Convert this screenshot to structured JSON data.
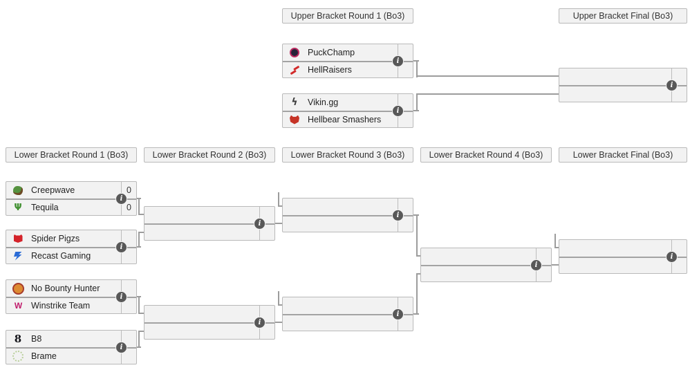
{
  "colors": {
    "page_bg": "#ffffff",
    "box_bg": "#f2f2f2",
    "box_border": "#b9b9b9",
    "row_divider": "#a3a3a3",
    "connector": "#9c9c9c",
    "info_icon_bg": "#585858",
    "info_icon_fg": "#ffffff",
    "text": "#333333"
  },
  "upper_bracket": {
    "round1_header": "Upper Bracket Round 1 (Bo3)",
    "final_header": "Upper Bracket Final (Bo3)",
    "round1": [
      {
        "top": {
          "name": "PuckChamp",
          "logo": "puckchamp-icon",
          "score": ""
        },
        "bottom": {
          "name": "HellRaisers",
          "logo": "hellraisers-icon",
          "score": ""
        },
        "info": "info-icon"
      },
      {
        "top": {
          "name": "Vikin.gg",
          "logo": "vikin-icon",
          "score": ""
        },
        "bottom": {
          "name": "Hellbear Smashers",
          "logo": "hellbear-icon",
          "score": ""
        },
        "info": "info-icon"
      }
    ],
    "final": [
      {
        "top": {
          "name": "",
          "logo": "",
          "score": ""
        },
        "bottom": {
          "name": "",
          "logo": "",
          "score": ""
        },
        "info": "info-icon"
      }
    ]
  },
  "lower_bracket": {
    "headers": {
      "r1": "Lower Bracket Round 1 (Bo3)",
      "r2": "Lower Bracket Round 2 (Bo3)",
      "r3": "Lower Bracket Round 3 (Bo3)",
      "r4": "Lower Bracket Round 4 (Bo3)",
      "final": "Lower Bracket Final (Bo3)"
    },
    "round1": [
      {
        "top": {
          "name": "Creepwave",
          "logo": "creepwave-icon",
          "score": "0"
        },
        "bottom": {
          "name": "Tequila",
          "logo": "tequila-icon",
          "score": "0"
        },
        "info": "info-icon"
      },
      {
        "top": {
          "name": "Spider Pigzs",
          "logo": "spiderpigzs-icon",
          "score": ""
        },
        "bottom": {
          "name": "Recast Gaming",
          "logo": "recast-icon",
          "score": ""
        },
        "info": "info-icon"
      },
      {
        "top": {
          "name": "No Bounty Hunter",
          "logo": "nobounty-icon",
          "score": ""
        },
        "bottom": {
          "name": "Winstrike Team",
          "logo": "winstrike-icon",
          "score": ""
        },
        "info": "info-icon"
      },
      {
        "top": {
          "name": "B8",
          "logo": "b8-icon",
          "score": ""
        },
        "bottom": {
          "name": "Brame",
          "logo": "brame-icon",
          "score": ""
        },
        "info": "info-icon"
      }
    ],
    "round2": [
      {
        "top": {
          "name": "",
          "logo": "",
          "score": ""
        },
        "bottom": {
          "name": "",
          "logo": "",
          "score": ""
        },
        "info": "info-icon"
      },
      {
        "top": {
          "name": "",
          "logo": "",
          "score": ""
        },
        "bottom": {
          "name": "",
          "logo": "",
          "score": ""
        },
        "info": "info-icon"
      }
    ],
    "round3": [
      {
        "top": {
          "name": "",
          "logo": "",
          "score": ""
        },
        "bottom": {
          "name": "",
          "logo": "",
          "score": ""
        },
        "info": "info-icon"
      },
      {
        "top": {
          "name": "",
          "logo": "",
          "score": ""
        },
        "bottom": {
          "name": "",
          "logo": "",
          "score": ""
        },
        "info": "info-icon"
      }
    ],
    "round4": [
      {
        "top": {
          "name": "",
          "logo": "",
          "score": ""
        },
        "bottom": {
          "name": "",
          "logo": "",
          "score": ""
        },
        "info": "info-icon"
      }
    ],
    "final": [
      {
        "top": {
          "name": "",
          "logo": "",
          "score": ""
        },
        "bottom": {
          "name": "",
          "logo": "",
          "score": ""
        },
        "info": "info-icon"
      }
    ]
  }
}
